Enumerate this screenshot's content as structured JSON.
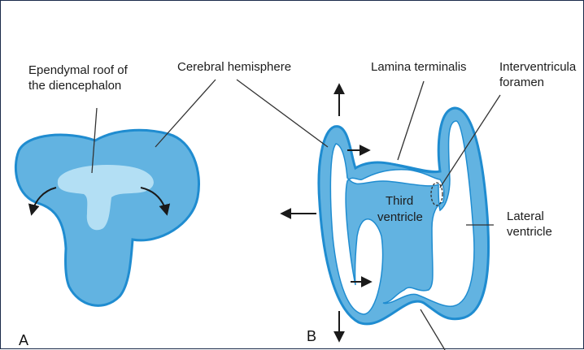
{
  "labels": {
    "ependymal_line1": "Ependymal roof of",
    "ependymal_line2": "the diencephalon",
    "cerebral_hemisphere": "Cerebral hemisphere",
    "lamina_terminalis": "Lamina terminalis",
    "interventricular_line1": "Interventricula",
    "interventricular_line2": "foramen",
    "third_ventricle_line1": "Third",
    "third_ventricle_line2": "ventricle",
    "lateral_ventricle_line1": "Lateral",
    "lateral_ventricle_line2": "ventricle"
  },
  "panels": {
    "a": "A",
    "b": "B"
  },
  "colors": {
    "tissue_fill": "#62b3e1",
    "tissue_outline": "#1f8cd0",
    "roof_fill": "#b7e1f4",
    "arrow": "#1a1a1a",
    "line": "#333333"
  }
}
